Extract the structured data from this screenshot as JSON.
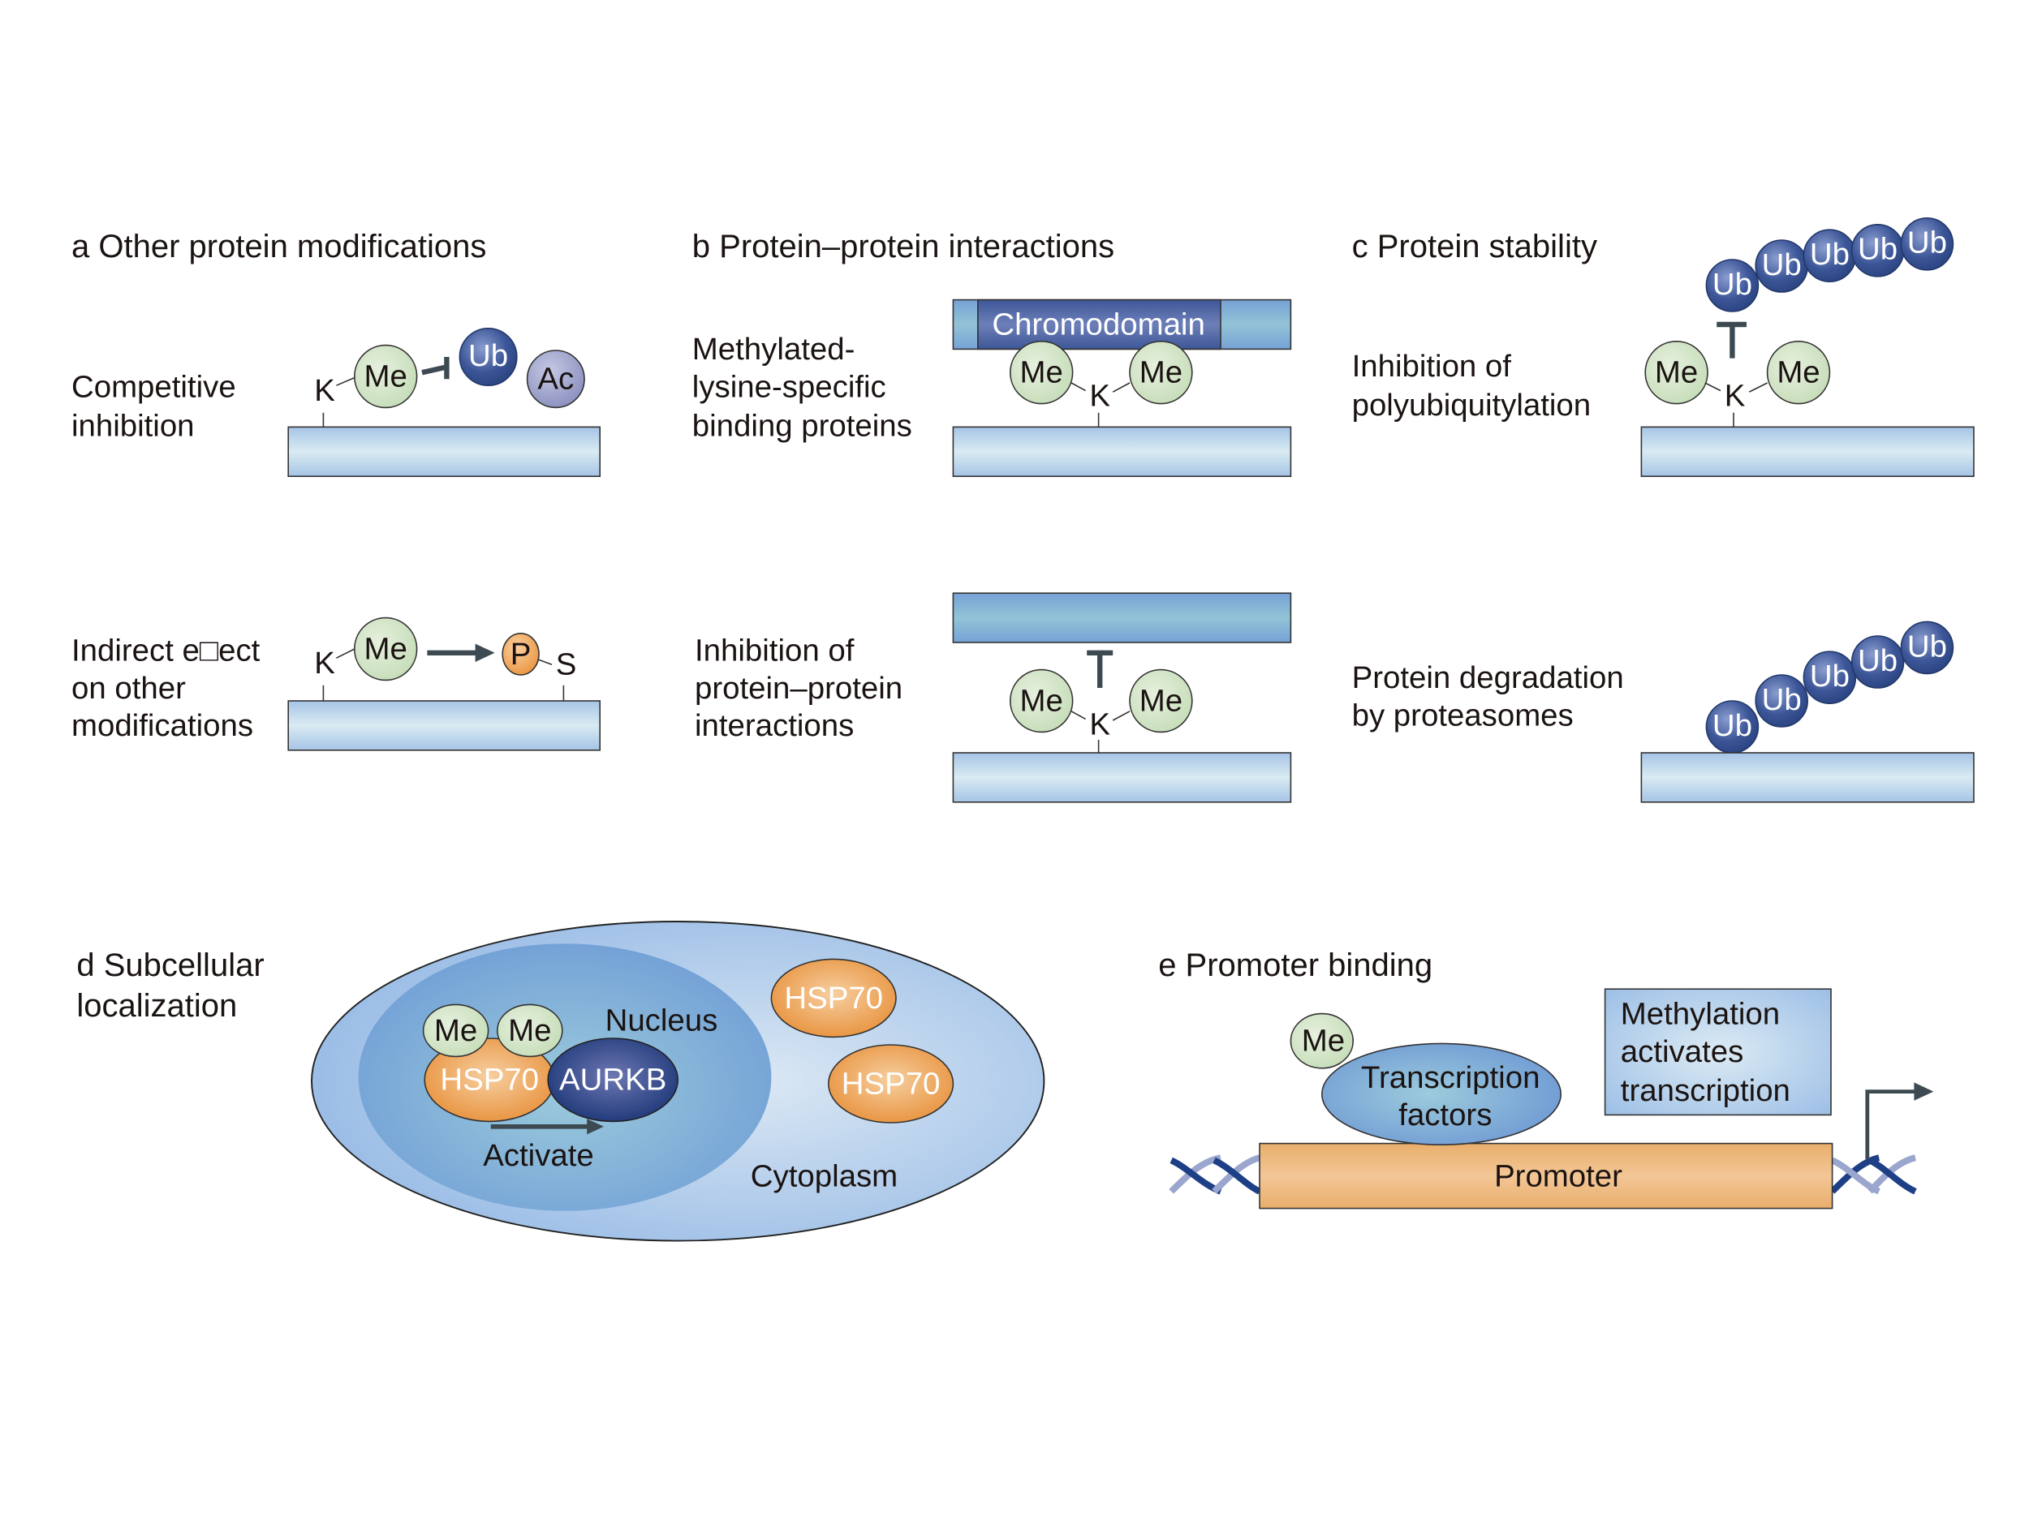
{
  "figure": {
    "panels": {
      "a": {
        "title": "a Other protein modifications",
        "rows": [
          {
            "label_lines": [
              "Competitive",
              "inhibition"
            ],
            "residue": "K",
            "modifications": [
              "Me",
              "Ub",
              "Ac"
            ],
            "relation": "Me inhibits Ub"
          },
          {
            "label_lines": [
              "Indirect e□ect",
              "on other",
              "modifications"
            ],
            "residue_1": "K",
            "modification_1": "Me",
            "relation": "promotes",
            "modification_2": "P",
            "residue_2": "S"
          }
        ]
      },
      "b": {
        "title": "b Protein–protein interactions",
        "rows": [
          {
            "label_lines": [
              "Methylated-",
              "lysine-specific",
              "binding proteins"
            ],
            "domain": "Chromodomain",
            "residue": "K",
            "modifications": [
              "Me",
              "Me"
            ]
          },
          {
            "label_lines": [
              "Inhibition of",
              "protein–protein",
              "interactions"
            ],
            "residue": "K",
            "modifications": [
              "Me",
              "Me"
            ],
            "relation": "inhibits binding"
          }
        ]
      },
      "c": {
        "title": "c Protein stability",
        "rows": [
          {
            "label_lines": [
              "Inhibition of",
              "polyubiquitylation"
            ],
            "residue": "K",
            "modifications": [
              "Me",
              "Me"
            ],
            "ubiquitin_chain": [
              "Ub",
              "Ub",
              "Ub",
              "Ub",
              "Ub"
            ],
            "relation": "inhibits"
          },
          {
            "label_lines": [
              "Protein degradation",
              "by proteasomes"
            ],
            "ubiquitin_chain": [
              "Ub",
              "Ub",
              "Ub",
              "Ub",
              "Ub"
            ]
          }
        ]
      },
      "d": {
        "title_lines": [
          "d Subcellular",
          "localization"
        ],
        "nucleus_label": "Nucleus",
        "cytoplasm_label": "Cytoplasm",
        "nuclear_complex": {
          "modifications": [
            "Me",
            "Me"
          ],
          "protein_1": "HSP70",
          "protein_2": "AURKB",
          "arrow_label": "Activate"
        },
        "cytoplasmic_proteins": [
          "HSP70",
          "HSP70"
        ]
      },
      "e": {
        "title": "e Promoter binding",
        "modification": "Me",
        "factor_lines": [
          "Transcription",
          "factors"
        ],
        "promoter": "Promoter",
        "note_lines": [
          "Methylation",
          "activates",
          "transcription"
        ]
      }
    },
    "colors": {
      "bar_light": "#d9ebf2",
      "bar_dark": "#a6c4e6",
      "me_fill": "#d5e6cc",
      "ub_fill": "#34508f",
      "ac_fill": "#8e93bf",
      "p_fill": "#eea050",
      "hsp70_fill": "#e8913c",
      "aurkb_fill": "#1f3a7a",
      "cytoplasm": "#a9c4e6",
      "nucleus": "#7fa5d6",
      "promoter_fill": "#eab57f",
      "dna_dark": "#1d3f86",
      "dna_light": "#9aa6ce",
      "inhibitor": "#3d4a52"
    }
  }
}
